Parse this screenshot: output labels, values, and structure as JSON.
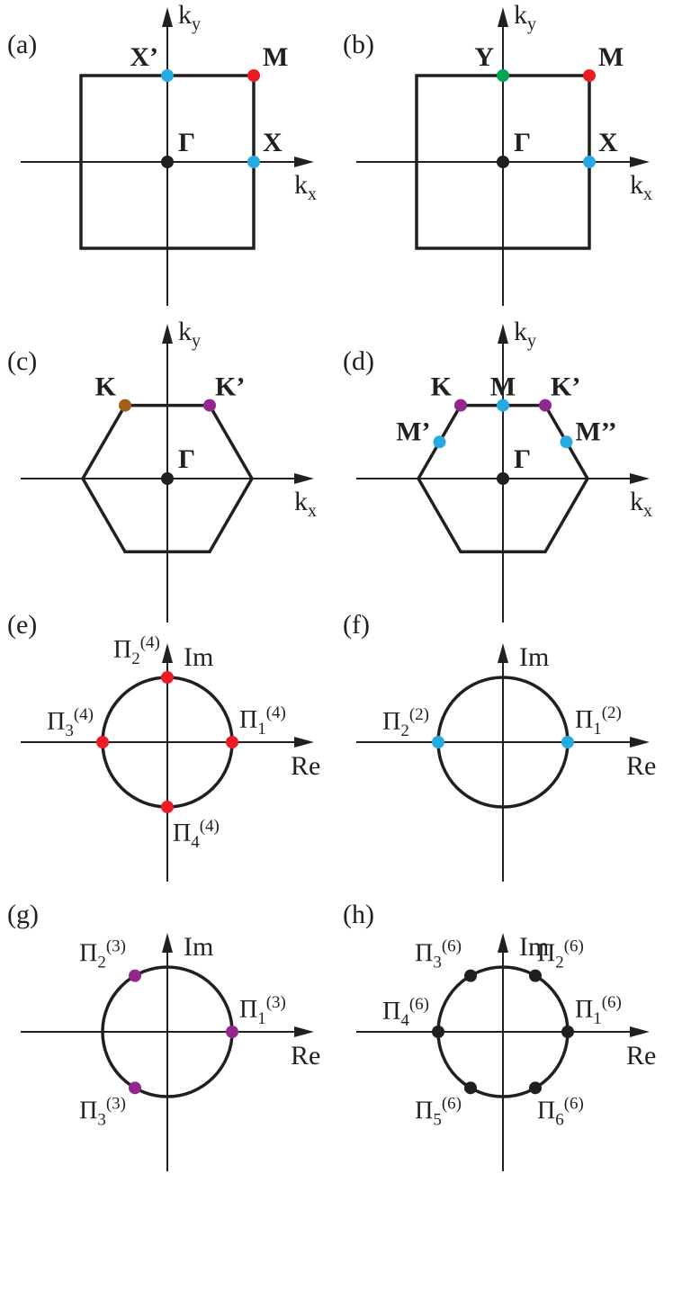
{
  "colors": {
    "ink": "#231f20",
    "red": "#ed1c24",
    "blue": "#27aae1",
    "green": "#00a651",
    "purple": "#92278f",
    "brown": "#a0601a",
    "black": "#231f20"
  },
  "panels": [
    {
      "label": "(a)",
      "type": "square",
      "y_axis": "k",
      "y_axis_sub": "y",
      "x_axis": "k",
      "x_axis_sub": "x",
      "points": [
        {
          "name": "Γ",
          "pos": "center",
          "color": "black"
        },
        {
          "name": "X",
          "pos": "right",
          "color": "blue"
        },
        {
          "name": "X’",
          "pos": "top",
          "color": "blue"
        },
        {
          "name": "M",
          "pos": "corner",
          "color": "red"
        }
      ]
    },
    {
      "label": "(b)",
      "type": "square",
      "y_axis": "k",
      "y_axis_sub": "y",
      "x_axis": "k",
      "x_axis_sub": "x",
      "points": [
        {
          "name": "Γ",
          "pos": "center",
          "color": "black"
        },
        {
          "name": "X",
          "pos": "right",
          "color": "blue"
        },
        {
          "name": "Y",
          "pos": "top",
          "color": "green"
        },
        {
          "name": "M",
          "pos": "corner",
          "color": "red"
        }
      ]
    },
    {
      "label": "(c)",
      "type": "hexagon",
      "y_axis": "k",
      "y_axis_sub": "y",
      "x_axis": "k",
      "x_axis_sub": "x",
      "points": [
        {
          "name": "Γ",
          "pos": "center",
          "color": "black"
        },
        {
          "name": "K",
          "pos": "top-left",
          "color": "brown"
        },
        {
          "name": "K’",
          "pos": "top-right",
          "color": "purple"
        }
      ]
    },
    {
      "label": "(d)",
      "type": "hexagon",
      "y_axis": "k",
      "y_axis_sub": "y",
      "x_axis": "k",
      "x_axis_sub": "x",
      "points": [
        {
          "name": "Γ",
          "pos": "center",
          "color": "black"
        },
        {
          "name": "K",
          "pos": "top-left",
          "color": "purple"
        },
        {
          "name": "K’",
          "pos": "top-right",
          "color": "purple"
        },
        {
          "name": "M",
          "pos": "top-mid",
          "color": "blue"
        },
        {
          "name": "M’",
          "pos": "left-upper-mid",
          "color": "blue"
        },
        {
          "name": "M’’",
          "pos": "right-upper-mid",
          "color": "blue"
        }
      ]
    },
    {
      "label": "(e)",
      "type": "circle",
      "y_axis": "Im",
      "x_axis": "Re",
      "order": "4",
      "color": "red",
      "points": [
        {
          "pi": "Π",
          "sub": "1",
          "sup": "(4)",
          "angle": 0
        },
        {
          "pi": "Π",
          "sub": "2",
          "sup": "(4)",
          "angle": 90
        },
        {
          "pi": "Π",
          "sub": "3",
          "sup": "(4)",
          "angle": 180
        },
        {
          "pi": "Π",
          "sub": "4",
          "sup": "(4)",
          "angle": 270
        }
      ]
    },
    {
      "label": "(f)",
      "type": "circle",
      "y_axis": "Im",
      "x_axis": "Re",
      "order": "2",
      "color": "blue",
      "points": [
        {
          "pi": "Π",
          "sub": "1",
          "sup": "(2)",
          "angle": 0
        },
        {
          "pi": "Π",
          "sub": "2",
          "sup": "(2)",
          "angle": 180
        }
      ]
    },
    {
      "label": "(g)",
      "type": "circle",
      "y_axis": "Im",
      "x_axis": "Re",
      "order": "3",
      "color": "purple",
      "points": [
        {
          "pi": "Π",
          "sub": "1",
          "sup": "(3)",
          "angle": 0
        },
        {
          "pi": "Π",
          "sub": "2",
          "sup": "(3)",
          "angle": 120
        },
        {
          "pi": "Π",
          "sub": "3",
          "sup": "(3)",
          "angle": 240
        }
      ]
    },
    {
      "label": "(h)",
      "type": "circle",
      "y_axis": "Im",
      "x_axis": "Re",
      "order": "6",
      "color": "black",
      "points": [
        {
          "pi": "Π",
          "sub": "1",
          "sup": "(6)",
          "angle": 0
        },
        {
          "pi": "Π",
          "sub": "2",
          "sup": "(6)",
          "angle": 60
        },
        {
          "pi": "Π",
          "sub": "3",
          "sup": "(6)",
          "angle": 120
        },
        {
          "pi": "Π",
          "sub": "4",
          "sup": "(6)",
          "angle": 180
        },
        {
          "pi": "Π",
          "sub": "5",
          "sup": "(6)",
          "angle": 240
        },
        {
          "pi": "Π",
          "sub": "6",
          "sup": "(6)",
          "angle": 300
        }
      ]
    }
  ]
}
